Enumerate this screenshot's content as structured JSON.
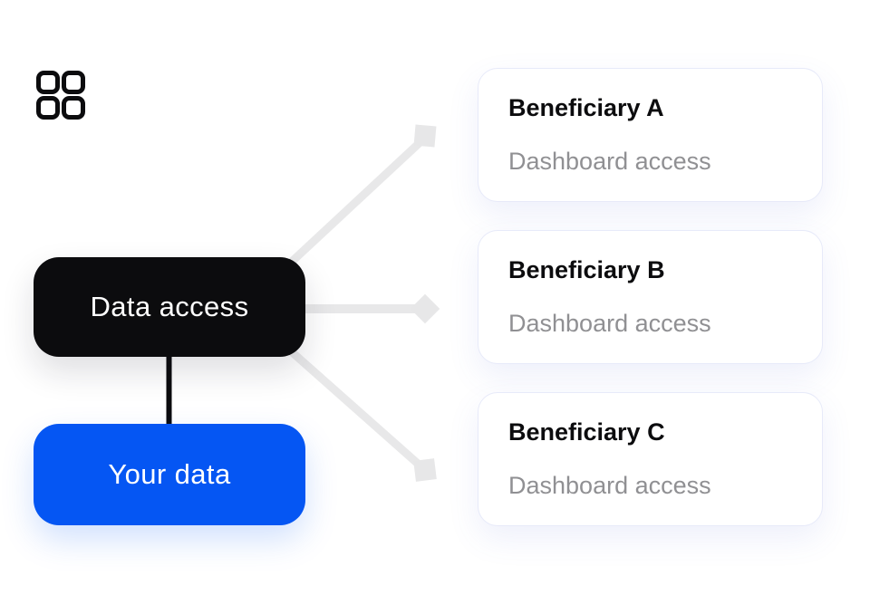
{
  "diagram": {
    "nodes": {
      "data_access": {
        "label": "Data access"
      },
      "your_data": {
        "label": "Your data"
      }
    },
    "beneficiaries": [
      {
        "title": "Beneficiary A",
        "subtitle": "Dashboard access"
      },
      {
        "title": "Beneficiary B",
        "subtitle": "Dashboard access"
      },
      {
        "title": "Beneficiary C",
        "subtitle": "Dashboard access"
      }
    ],
    "icons": {
      "grid": "grid-icon"
    },
    "colors": {
      "accent_blue": "#0556f3",
      "node_black": "#0c0c0e",
      "connector_gray": "#e8e8e9",
      "subtitle_gray": "#909093",
      "card_border": "#e7eaf9"
    }
  }
}
